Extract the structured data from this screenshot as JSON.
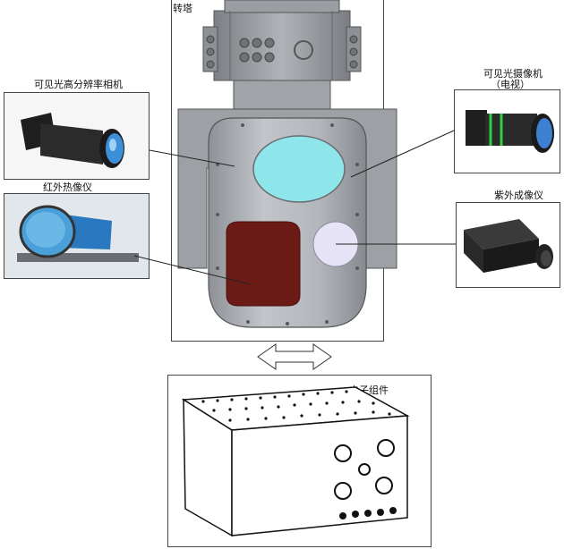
{
  "turret": {
    "label": "转塔"
  },
  "components": {
    "hd_camera": {
      "label": "可见光高分辨率相机"
    },
    "tv_camera": {
      "label_line1": "可见光摄像机",
      "label_line2": "（电视）"
    },
    "ir_imager": {
      "label": "红外热像仪"
    },
    "uv_imager": {
      "label": "紫外成像仪"
    },
    "electronics": {
      "label": "电子组件"
    }
  },
  "colors": {
    "turret_body": "#a9acb0",
    "visible_window": "#8fe6ea",
    "ir_window": "#6b1a16",
    "uv_window": "#e6e4f6",
    "lens_blue": "#3d8fd8"
  }
}
